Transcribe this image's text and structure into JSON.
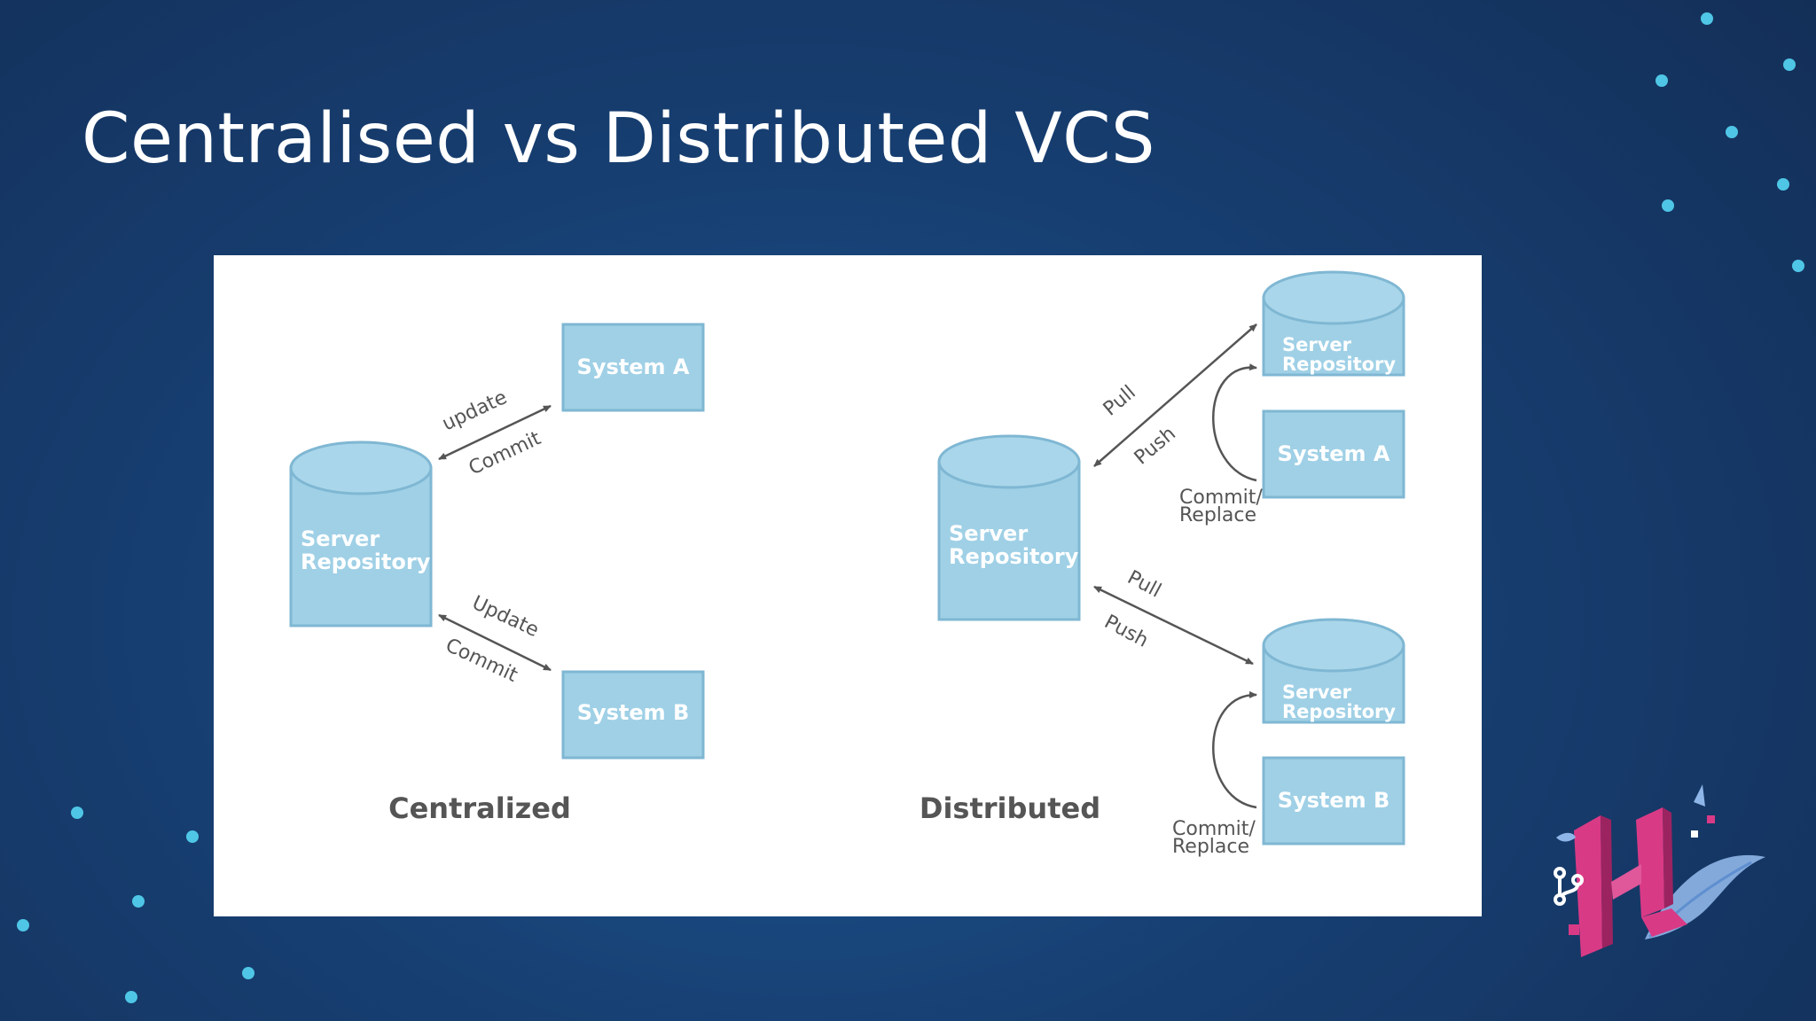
{
  "slide": {
    "title": "Centralised vs Distributed VCS"
  },
  "diagram": {
    "centralized": {
      "caption": "Centralized",
      "server": {
        "line1": "Server",
        "line2": "Repository"
      },
      "system_a": "System  A",
      "system_b": "System  B",
      "edge_a_top": "update",
      "edge_a_bottom": "Commit",
      "edge_b_top": "Update",
      "edge_b_bottom": "Commit"
    },
    "distributed": {
      "caption": "Distributed",
      "server": {
        "line1": "Server",
        "line2": "Repository"
      },
      "server_a": {
        "line1": "Server",
        "line2": "Repository"
      },
      "server_b": {
        "line1": "Server",
        "line2": "Repository"
      },
      "system_a": "System  A",
      "system_b": "System  B",
      "edge_a_top": "Pull",
      "edge_a_bottom": "Push",
      "edge_b_top": "Pull",
      "edge_b_bottom": "Push",
      "local_a": {
        "line1": "Commit/",
        "line2": "Replace"
      },
      "local_b": {
        "line1": "Commit/",
        "line2": "Replace"
      }
    }
  },
  "colors": {
    "background": "#173f72",
    "accent_dots": "#4fc6e6",
    "repo_fill": "#9fd0e6",
    "logo_pink": "#d93a86",
    "logo_leaf": "#8fb6e8"
  },
  "icons": {
    "logo": "h-branch-leaf-logo"
  }
}
